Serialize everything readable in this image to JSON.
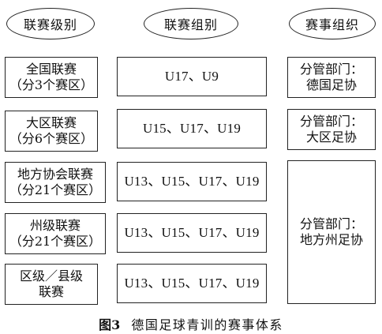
{
  "headers": {
    "level": "联赛级别",
    "group": "联赛组别",
    "org": "赛事组织"
  },
  "rows": [
    {
      "level_line1": "全国联赛",
      "level_line2": "（分3个赛区）",
      "groups": "U17、U9"
    },
    {
      "level_line1": "大区联赛",
      "level_line2": "（分6个赛区）",
      "groups": "U15、U17、U19"
    },
    {
      "level_line1": "地方协会联赛",
      "level_line2": "（分21个赛区）",
      "groups": "U13、U15、U17、U19"
    },
    {
      "level_line1": "州级联赛",
      "level_line2": "（分21个赛区）",
      "groups": "U13、U15、U17、U19"
    },
    {
      "level_line1": "区级／县级",
      "level_line2": "联赛",
      "groups": "U13、U15、U17、U19"
    }
  ],
  "orgs": [
    {
      "line1": "分管部门：",
      "line2": "德国足协"
    },
    {
      "line1": "分管部门：",
      "line2": "大区足协"
    },
    {
      "line1": "分管部门：",
      "line2": "地方州足协"
    }
  ],
  "caption": {
    "figure_number": "图3",
    "title": "德国足球青训的赛事体系"
  }
}
